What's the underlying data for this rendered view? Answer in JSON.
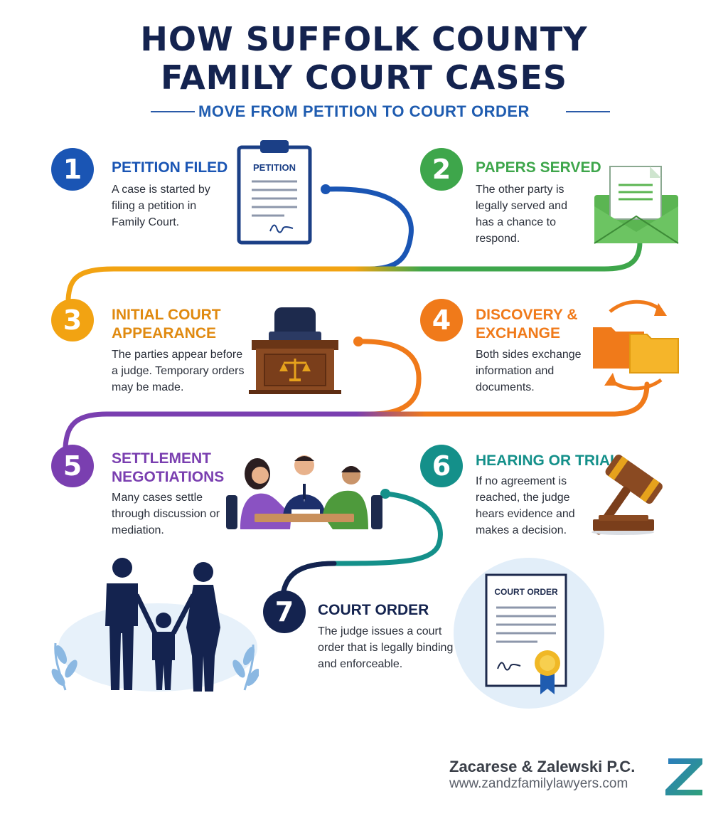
{
  "title": {
    "line1": "HOW SUFFOLK COUNTY",
    "line2": "FAMILY COURT CASES",
    "subtitle": "MOVE FROM PETITION TO COURT ORDER"
  },
  "steps": [
    {
      "number": "1",
      "heading": "PETITION FILED",
      "description": "A case is started by filing a petition in Family Court.",
      "color": "#1a55b4"
    },
    {
      "number": "2",
      "heading": "PAPERS SERVED",
      "description": "The other party is legally served and has a chance to respond.",
      "color": "#3ea64b"
    },
    {
      "number": "3",
      "heading": "INITIAL COURT APPEARANCE",
      "description": "The parties appear before a judge. Temporary orders may be made.",
      "color": "#f2a312"
    },
    {
      "number": "4",
      "heading": "DISCOVERY & EXCHANGE",
      "description": "Both sides exchange information and documents.",
      "color": "#f07a1a"
    },
    {
      "number": "5",
      "heading": "SETTLEMENT NEGOTIATIONS",
      "description": "Many cases settle through discussion or mediation.",
      "color": "#7a3fb0"
    },
    {
      "number": "6",
      "heading": "HEARING OR TRIAL",
      "description": "If no agreement is reached, the judge hears evidence and makes a decision.",
      "color": "#14908a"
    },
    {
      "number": "7",
      "heading": "COURT ORDER",
      "description": "The judge issues a court order that is legally binding and enforceable.",
      "color": "#14234f"
    }
  ],
  "illustrations": {
    "petition_doc_label": "PETITION",
    "court_order_doc_label": "COURT ORDER"
  },
  "footer": {
    "firm": "Zacarese & Zalewski P.C.",
    "url": "www.zandzfamilylawyers.com",
    "logo_letter": "Z"
  }
}
